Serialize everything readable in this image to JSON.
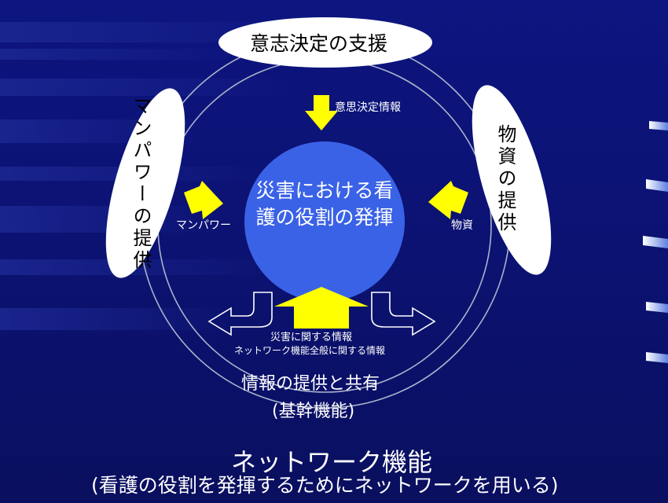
{
  "title": "ネットワーク機能",
  "subtitle": "(看護の役割を発揮するためにネットワークを用いる)",
  "center": "災害における看護の役割の発揮",
  "top_node": "意志決定の支援",
  "left_node": "マンパワーの提供",
  "right_node": "物資の提供",
  "bottom_node": {
    "title": "情報の提供と共有",
    "sub": "(基幹機能)"
  },
  "flows": {
    "decision": "意思決定情報",
    "manpower": "マンパワー",
    "material": "物資",
    "info_line1": "災害に関する情報",
    "info_line2": "ネットワーク機能全般に関する情報"
  },
  "colors": {
    "background": "#0b1270",
    "center_circle": "#3a62e6",
    "arrow": "#ffff00",
    "ellipse": "#ffffff"
  }
}
